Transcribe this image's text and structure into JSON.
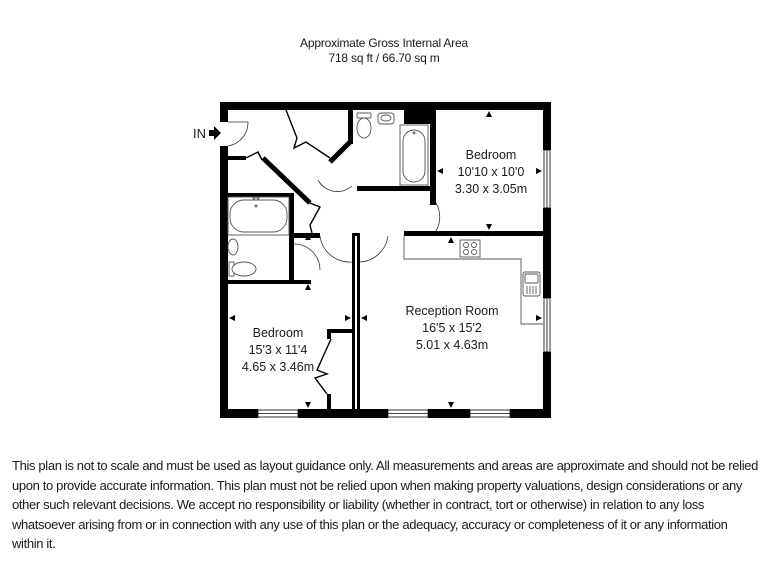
{
  "header": {
    "title": "Approximate Gross Internal Area",
    "area": "718 sq ft / 66.70 sq m"
  },
  "entrance": {
    "label": "IN",
    "icon": "arrow-right-icon"
  },
  "rooms": [
    {
      "id": "bedroom-1",
      "name": "Bedroom",
      "imperial": "10'10 x 10'0",
      "metric": "3.30 x 3.05m",
      "position": "top-right"
    },
    {
      "id": "reception-room",
      "name": "Reception Room",
      "imperial": "16'5 x 15'2",
      "metric": "5.01 x 4.63m",
      "position": "bottom-right"
    },
    {
      "id": "bedroom-2",
      "name": "Bedroom",
      "imperial": "15'3 x 11'4",
      "metric": "4.65 x 3.46m",
      "position": "bottom-left"
    }
  ],
  "fixtures": [
    "bath",
    "toilet",
    "washbasin",
    "hob",
    "kitchen-sink",
    "wardrobe"
  ],
  "disclaimer": "This plan is not to scale and must be used as layout guidance only. All measurements and areas are approximate and should not be relied upon to provide accurate information. This plan must not be relied upon when making property valuations, design considerations or any other such relevant decisions. We accept no responsibility or liability (whether in contract, tort or otherwise) in relation to any loss whatsoever arising from or in connection with any use of this plan or the adequacy, accuracy or completeness of it or any information within it.",
  "colors": {
    "wall": "#000000",
    "fixture_line": "#555555",
    "window": "#ffffff",
    "text": "#1a1a1a"
  }
}
